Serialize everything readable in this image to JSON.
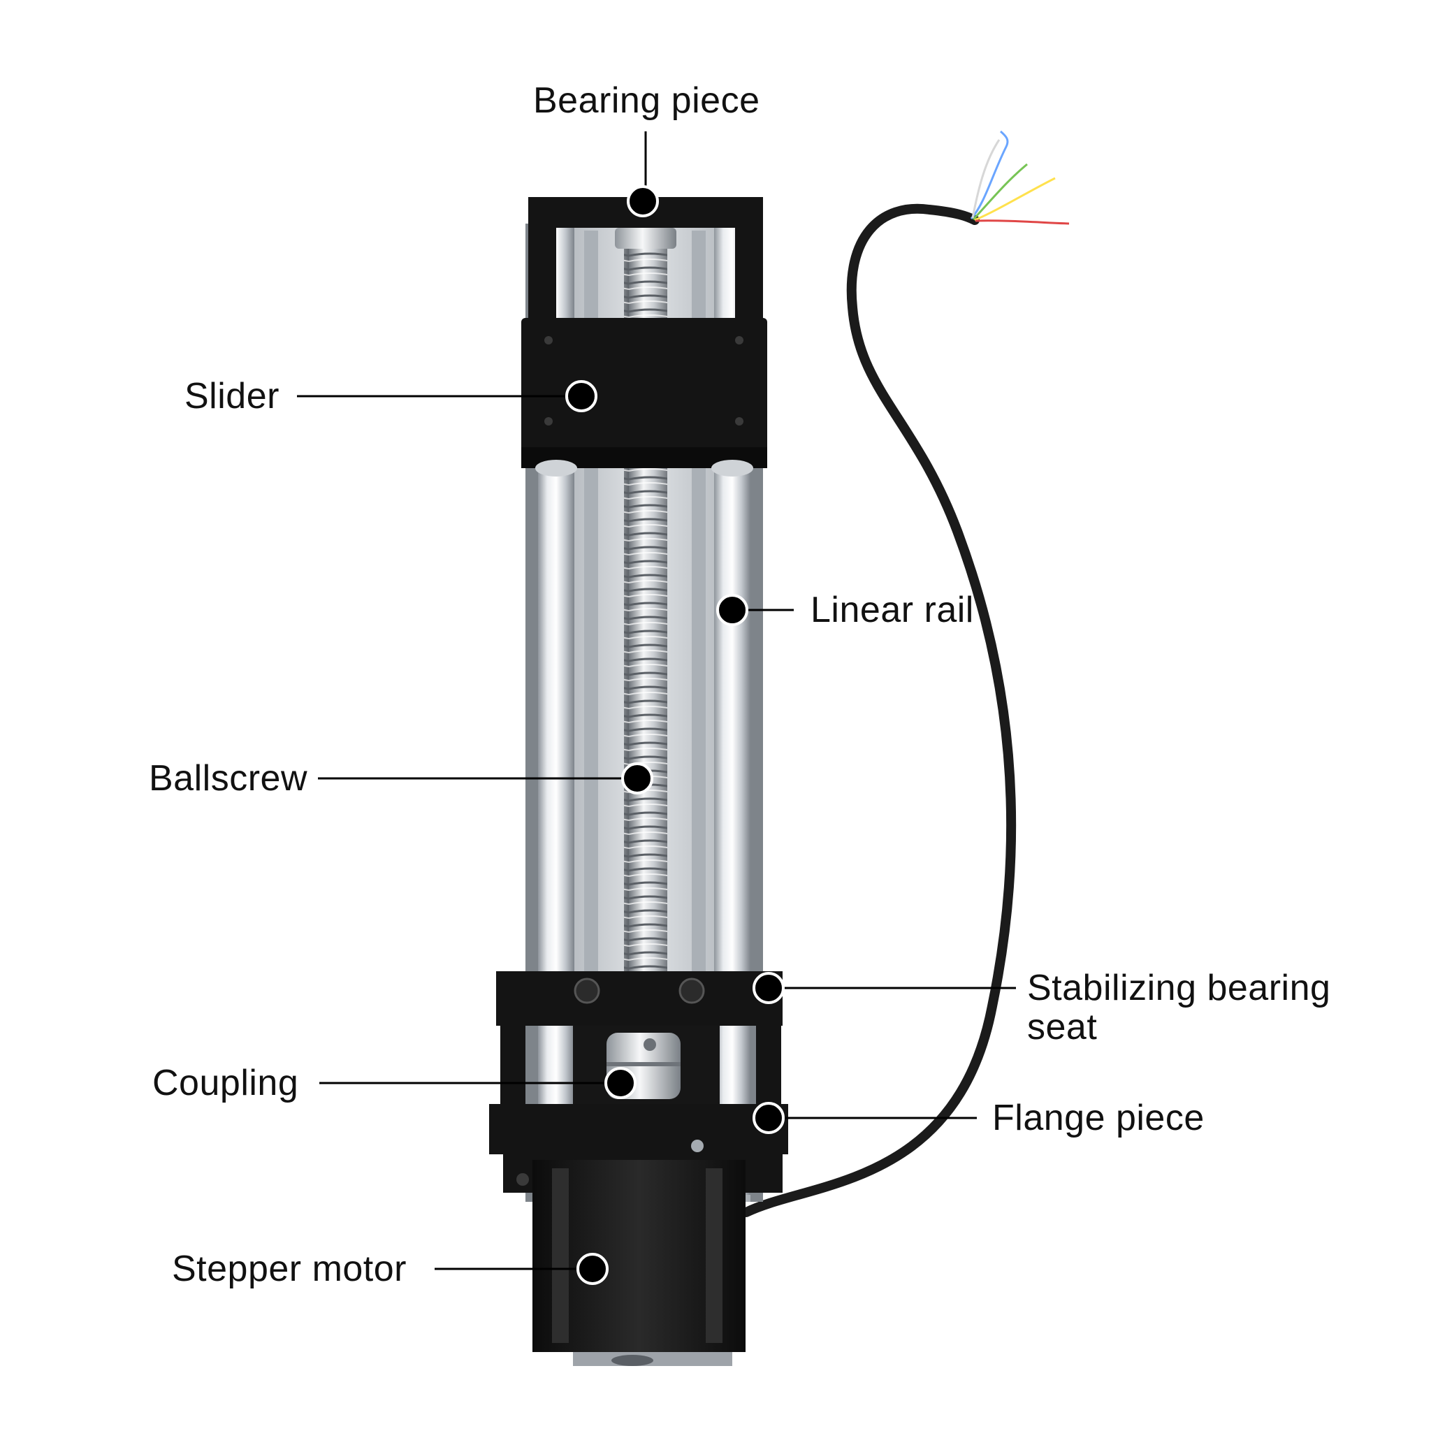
{
  "labels": {
    "bearing_piece": "Bearing piece",
    "slider": "Slider",
    "linear_rail": "Linear rail",
    "ballscrew": "Ballscrew",
    "stabilizing_line1": "Stabilizing bearing",
    "stabilizing_line2": "seat",
    "coupling": "Coupling",
    "flange_piece": "Flange piece",
    "stepper_motor": "Stepper motor"
  },
  "colors": {
    "background": "#ffffff",
    "text": "#111111",
    "block_black": "#141414",
    "rail_silver": "#c9ced4",
    "screw_silver": "#b8bcc2",
    "cable": "#1b1b1b",
    "marker": "#000000",
    "wire_colors": [
      "#6aa5ff",
      "#77c455",
      "#ffe14d",
      "#e04646",
      "#e8e8e8"
    ]
  }
}
